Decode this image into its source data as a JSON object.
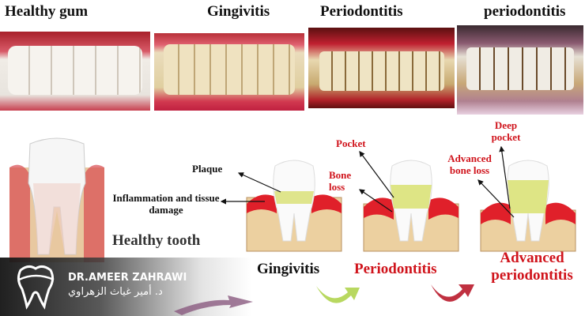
{
  "photo_titles": [
    "Healthy gum",
    "Gingivitis",
    "Periodontitis",
    "periodontitis"
  ],
  "diagram": {
    "healthy_tooth_label": "Healthy tooth",
    "labels": {
      "plaque": "Plaque",
      "inflammation": "Inflammation and tissue damage",
      "pocket": "Pocket",
      "bone_loss": "Bone loss",
      "deep_pocket": "Deep pocket",
      "advanced_bone_loss": "Advanced bone loss"
    },
    "stages": [
      "Gingivitis",
      "Periodontitis",
      "Advanced periodontitis"
    ]
  },
  "watermark": {
    "name": "DR.AMEER ZAHRAWI",
    "name_arabic": "د. أمير غياث الزهراوي"
  },
  "colors": {
    "accent_red": "#d0141c",
    "gum_red": "#e0202a",
    "plaque": "#d8e070"
  }
}
